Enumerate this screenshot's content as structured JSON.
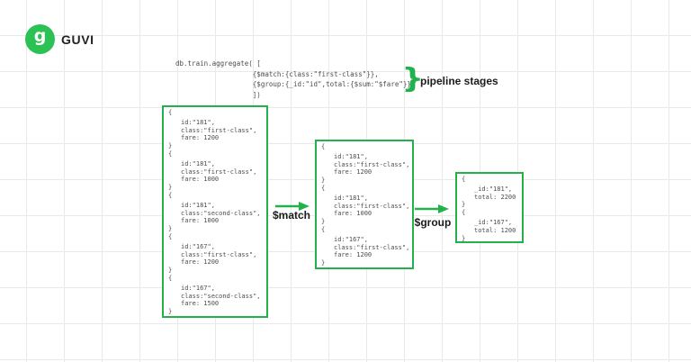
{
  "brand": {
    "name": "GUVI",
    "logo_letter": "g"
  },
  "pipeline": {
    "code": "db.train.aggregate( [\n                   {$match:{class:\"first-class\"}},\n                   {$group:{_id:\"id\",total:{$sum:\"$fare\"}}}\n                   ])",
    "brace": "}",
    "label": "pipeline stages"
  },
  "stages": {
    "match_label": "$match",
    "group_label": "$group"
  },
  "boxes": {
    "input": {
      "documents": [
        [
          "id:\"181\",",
          "class:\"first-class\",",
          "fare: 1200"
        ],
        [
          "id:\"181\",",
          "class:\"first-class\",",
          "fare: 1000"
        ],
        [
          "id:\"181\",",
          "class:\"second-class\",",
          "fare: 1000"
        ],
        [
          "id:\"167\",",
          "class:\"first-class\",",
          "fare: 1200"
        ],
        [
          "id:\"167\",",
          "class:\"second-class\",",
          "fare: 1500"
        ]
      ]
    },
    "matched": {
      "documents": [
        [
          "id:\"181\",",
          "class:\"first-class\",",
          "fare: 1200"
        ],
        [
          "id:\"181\",",
          "class:\"first-class\",",
          "fare: 1000"
        ],
        [
          "id:\"167\",",
          "class:\"first-class\",",
          "fare: 1200"
        ]
      ]
    },
    "grouped": {
      "documents": [
        [
          "_id:\"181\",",
          "total: 2200"
        ],
        [
          "_id:\"167\",",
          "total: 1200"
        ]
      ]
    }
  },
  "colors": {
    "green": "#22b14c",
    "logo_green": "#2bc155",
    "code_text": "#4d4d4d",
    "label_text": "#1b1b1b",
    "grid": "#e9e9e9"
  }
}
